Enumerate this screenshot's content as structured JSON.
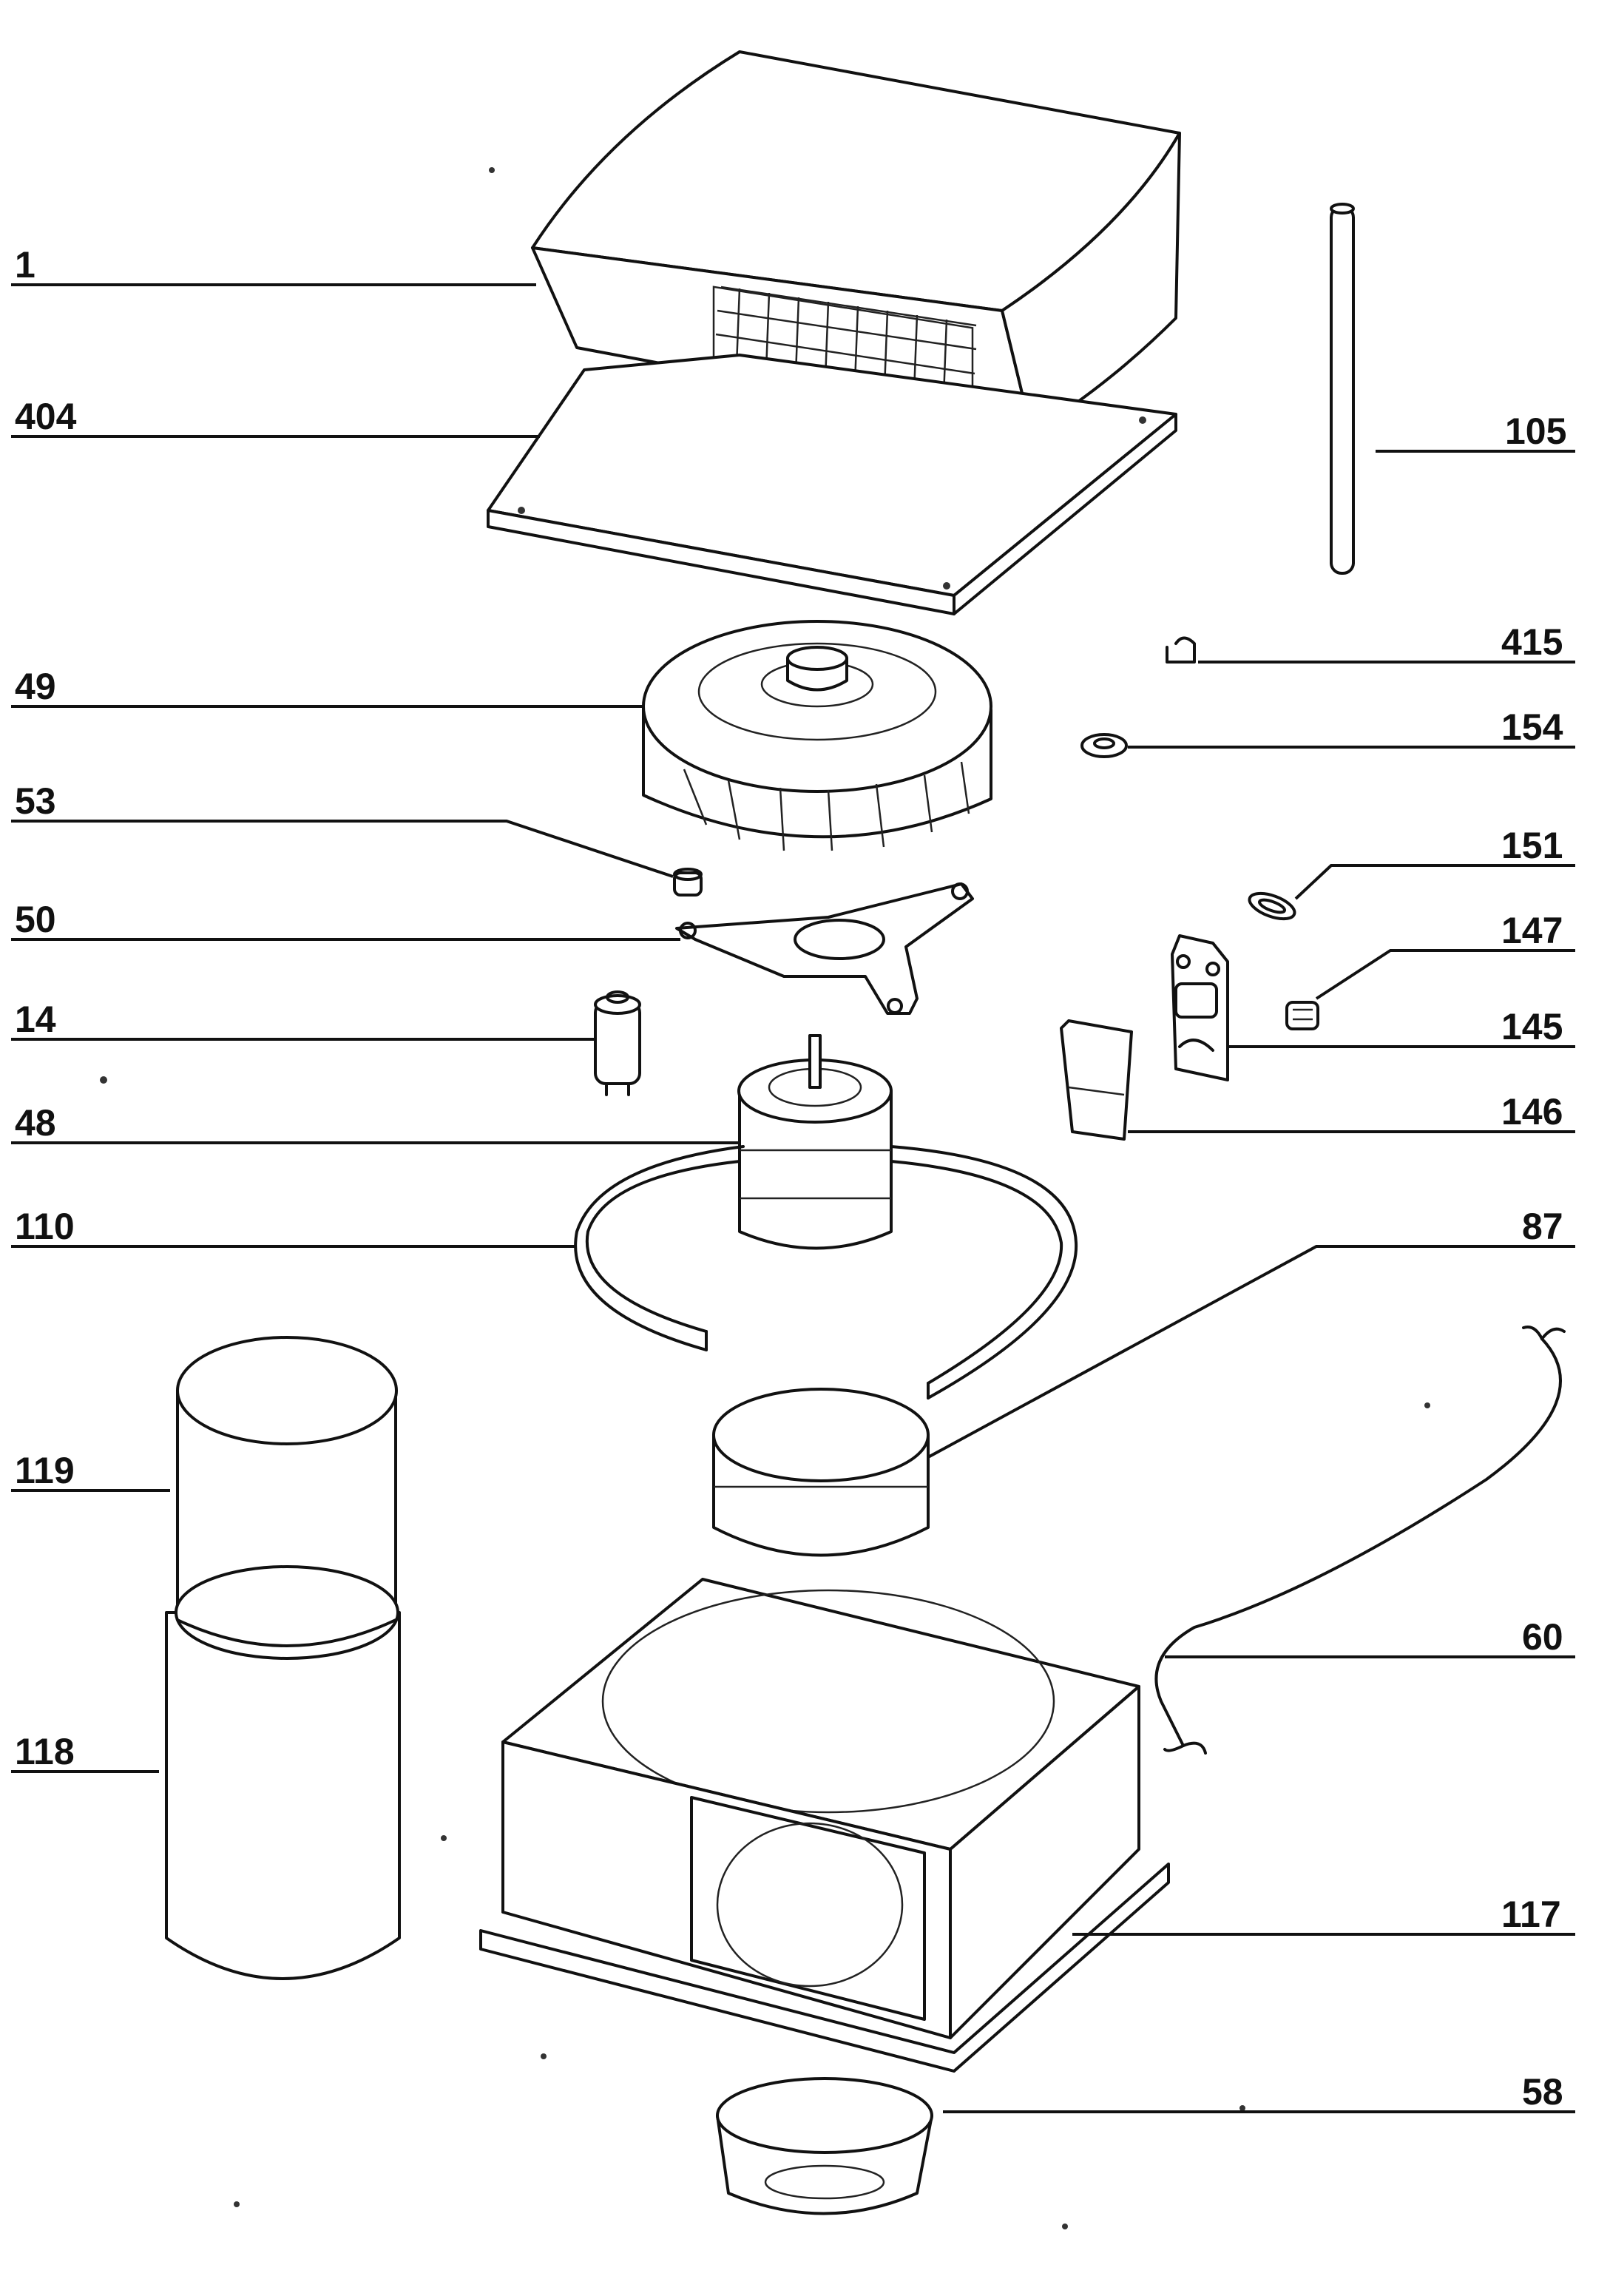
{
  "labels": {
    "l1": "1",
    "l404": "404",
    "l105": "105",
    "l415": "415",
    "l49": "49",
    "l154": "154",
    "l53": "53",
    "l151": "151",
    "l50": "50",
    "l147": "147",
    "l14": "14",
    "l145": "145",
    "l48": "48",
    "l146": "146",
    "l110": "110",
    "l87": "87",
    "l119": "119",
    "l60": "60",
    "l118": "118",
    "l117": "117",
    "l58": "58"
  }
}
